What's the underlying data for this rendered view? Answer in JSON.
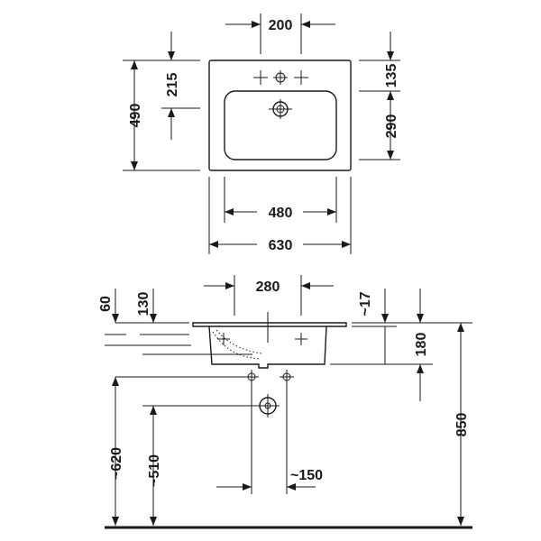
{
  "top_view": {
    "width_outer": "630",
    "width_bowl": "480",
    "depth_outer": "490",
    "tap_hole_spacing": "200",
    "rim_to_tap": "135",
    "tap_to_front": "215",
    "bowl_depth": "290"
  },
  "side_view": {
    "overflow_spacing": "280",
    "rim_height": "60",
    "bowl_depth": "130",
    "rim_thickness": "~17",
    "height_body": "180",
    "install_height": "850",
    "waste_height_620": "~620",
    "waste_height_510": "~510",
    "waste_spacing": "~150"
  }
}
